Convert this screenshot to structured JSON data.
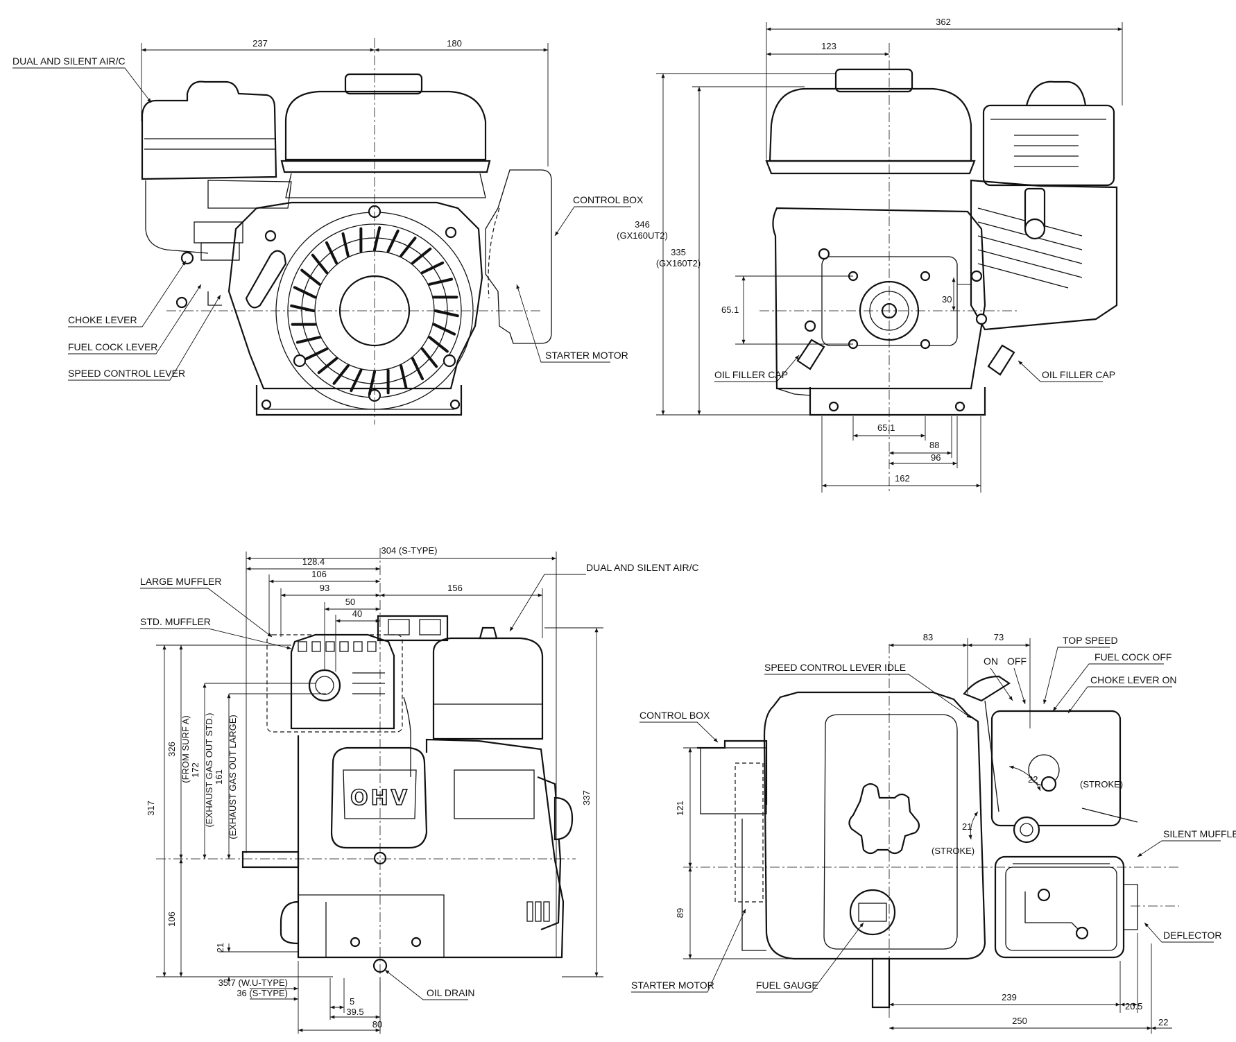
{
  "front_view": {
    "dims": {
      "left_width": "237",
      "right_width": "180"
    },
    "labels": {
      "air_cleaner": "DUAL AND SILENT AIR/C",
      "control_box": "CONTROL BOX",
      "choke_lever": "CHOKE LEVER",
      "fuel_cock_lever": "FUEL COCK LEVER",
      "speed_control_lever": "SPEED CONTROL LEVER",
      "starter_motor": "STARTER MOTOR"
    }
  },
  "rear_view": {
    "dims": {
      "overall_width": "362",
      "tank_offset": "123",
      "height_ut2": "346",
      "height_ut2_model": "(GX160UT2)",
      "height_t2": "335",
      "height_t2_model": "(GX160T2)",
      "bolt_vertical": "65.1",
      "shaft_offset": "30",
      "bolt_horizontal": "65.1",
      "mount_88": "88",
      "mount_96": "96",
      "base_162": "162"
    },
    "labels": {
      "oil_filler_cap_left": "OIL FILLER CAP",
      "oil_filler_cap_right": "OIL FILLER CAP"
    }
  },
  "side_view": {
    "dims": {
      "s_type_width": "304 (S-TYPE)",
      "d128": "128.4",
      "d106": "106",
      "d93": "93",
      "d50": "50",
      "d40": "40",
      "d156": "156",
      "h326": "326",
      "h326_note": "(FROM SURF A)",
      "h172": "172",
      "h172_note": "(EXHAUST GAS OUT STD.)",
      "h161": "161",
      "h161_note": "(EXHAUST GAS OUT LARGE)",
      "h317": "317",
      "h106": "106",
      "h337": "337",
      "h21": "21",
      "wu_type": "35.7 (W.U-TYPE)",
      "s_type": "36 (S-TYPE)",
      "d5": "5",
      "d39_5": "39.5",
      "d80": "80"
    },
    "labels": {
      "large_muffler": "LARGE MUFFLER",
      "std_muffler": "STD. MUFFLER",
      "air_cleaner": "DUAL AND SILENT AIR/C",
      "oil_drain": "OIL DRAIN",
      "ohv": "OHV"
    }
  },
  "top_view": {
    "dims": {
      "d83": "83",
      "d73": "73",
      "d121": "121",
      "d89": "89",
      "d22": "22",
      "stroke_a": "(STROKE)",
      "d21": "21",
      "stroke_b": "(STROKE)",
      "d239": "239",
      "d250": "250",
      "d20_5": "20.5",
      "d22b": "22"
    },
    "labels": {
      "on": "ON",
      "off": "OFF",
      "top_speed": "TOP SPEED",
      "fuel_cock_off": "FUEL COCK OFF",
      "choke_lever_on": "CHOKE LEVER ON",
      "speed_control_lever_idle": "SPEED CONTROL LEVER IDLE",
      "control_box": "CONTROL BOX",
      "silent_muffler": "SILENT MUFFLER",
      "deflector": "DEFLECTOR",
      "starter_motor": "STARTER MOTOR",
      "fuel_gauge": "FUEL GAUGE"
    }
  }
}
